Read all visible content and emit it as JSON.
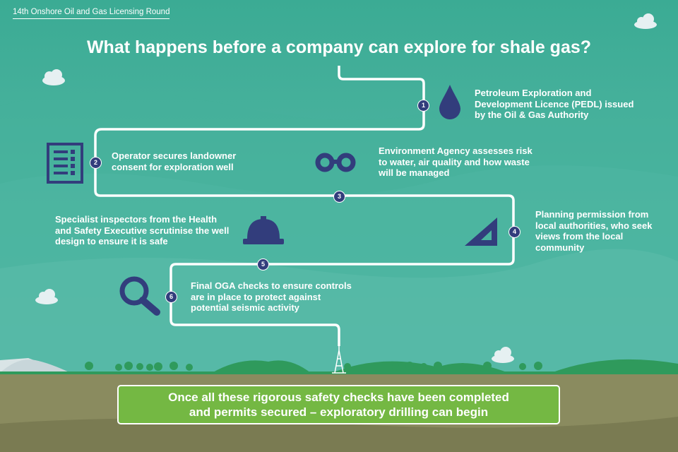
{
  "header": {
    "top_label": "14th Onshore Oil and Gas Licensing Round",
    "title": "What happens before a company can explore for shale gas?"
  },
  "steps": [
    {
      "number": "1",
      "text": "Petroleum Exploration  and Development Licence (PEDL) issued by the Oil & Gas Authority",
      "icon": "oil-drop-icon"
    },
    {
      "number": "2",
      "text": "Operator secures landowner consent for exploration well",
      "icon": "checklist-icon"
    },
    {
      "number": "3",
      "text": "Environment Agency assesses risk to water, air quality and how waste will be managed",
      "icon": "binoculars-icon"
    },
    {
      "number": "4",
      "text": "Planning permission from local authorities, who seek views from the local community",
      "icon": "set-square-icon"
    },
    {
      "number": "5",
      "text": "Specialist inspectors from the Health and Safety Executive scrutinise the well design to ensure it is safe",
      "icon": "hard-hat-icon"
    },
    {
      "number": "6",
      "text": "Final OGA checks to ensure controls are in place to protect against potential seismic activity",
      "icon": "magnifier-icon"
    }
  ],
  "banner": {
    "line1": "Once all these rigorous safety checks have been completed",
    "line2": "and permits secured – exploratory drilling can begin"
  },
  "colors": {
    "sky": "#3fae96",
    "icon_navy": "#323d7c",
    "banner_green": "#74b843",
    "ground_olive": "#8a8b5f",
    "hill_green": "#2f9a5c"
  }
}
